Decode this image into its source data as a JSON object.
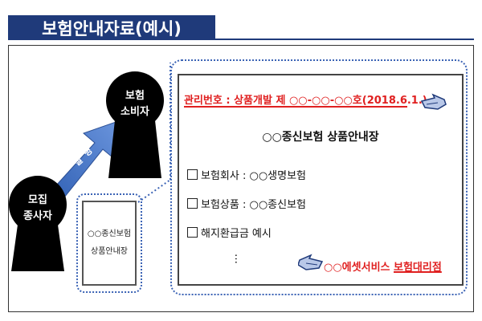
{
  "title": "보험안내자료(예시)",
  "nodes": {
    "recruiter": "모집\n종사자",
    "recruiter_lines": [
      "모집",
      "종사자"
    ],
    "consumer_lines": [
      "보험",
      "소비자"
    ],
    "arrow_label_chars": [
      "설",
      "명"
    ]
  },
  "small_doc": {
    "lines": [
      "○○종신보험",
      "상품안내장"
    ]
  },
  "brochure": {
    "management": "관리번호 : 상품개발 제 ○○-○○-○○호(2018.6.1.)",
    "title": "○○종신보험 상품안내장",
    "items": [
      "보험회사 : ○○생명보험",
      "보험상품 : ○○종신보험",
      "해지환급금 예시"
    ],
    "ellipsis": "…",
    "agency_prefix": "○○에셋서비스 ",
    "agency_suffix": "보험대리점"
  },
  "colors": {
    "title_bg": "#1f3a7a",
    "arrow": "#4a78c9",
    "dotted": "#3b63b5",
    "highlight": "#e02020"
  },
  "icons": [
    "pointing-hand-icon",
    "pointing-hand-icon"
  ]
}
